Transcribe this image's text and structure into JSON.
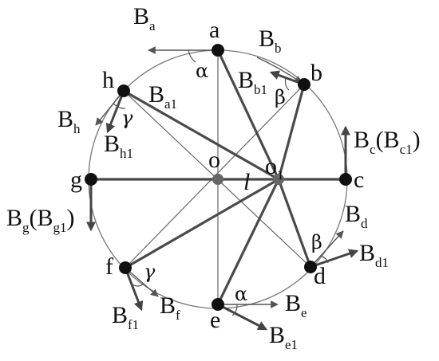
{
  "points": {
    "a": "a",
    "b": "b",
    "c": "c",
    "d": "d",
    "e": "e",
    "f": "f",
    "g": "g",
    "h": "h",
    "o": "o",
    "o1": "o",
    "o1_sub": "1"
  },
  "distance_label": "l",
  "angles": {
    "alpha_top": "α",
    "beta_top": "β",
    "gamma_left": "γ",
    "beta_bottom": "β",
    "gamma_bottom": "γ",
    "alpha_bottom": "α"
  },
  "vectors": {
    "Ba": {
      "main": "B",
      "sub": "a"
    },
    "Ba1": {
      "main": "B",
      "sub": "a1"
    },
    "Bb": {
      "main": "B",
      "sub": "b"
    },
    "Bb1": {
      "main": "B",
      "sub": "b1"
    },
    "Bc": {
      "main": "B",
      "sub": "c",
      "paren_main": "(B",
      "paren_sub": "c1",
      "close": ")"
    },
    "Bd": {
      "main": "B",
      "sub": "d"
    },
    "Bd1": {
      "main": "B",
      "sub": "d1"
    },
    "Be": {
      "main": "B",
      "sub": "e"
    },
    "Be1": {
      "main": "B",
      "sub": "e1"
    },
    "Bf": {
      "main": "B",
      "sub": "f"
    },
    "Bf1": {
      "main": "B",
      "sub": "f1"
    },
    "Bg": {
      "main": "B",
      "sub": "g",
      "paren_main": "(B",
      "paren_sub": "g1",
      "close": ")"
    },
    "Bh": {
      "main": "B",
      "sub": "h"
    },
    "Bh1": {
      "main": "B",
      "sub": "h1"
    }
  },
  "colors": {
    "thin": "#555555",
    "thick": "#444444",
    "dot": "#111111"
  }
}
